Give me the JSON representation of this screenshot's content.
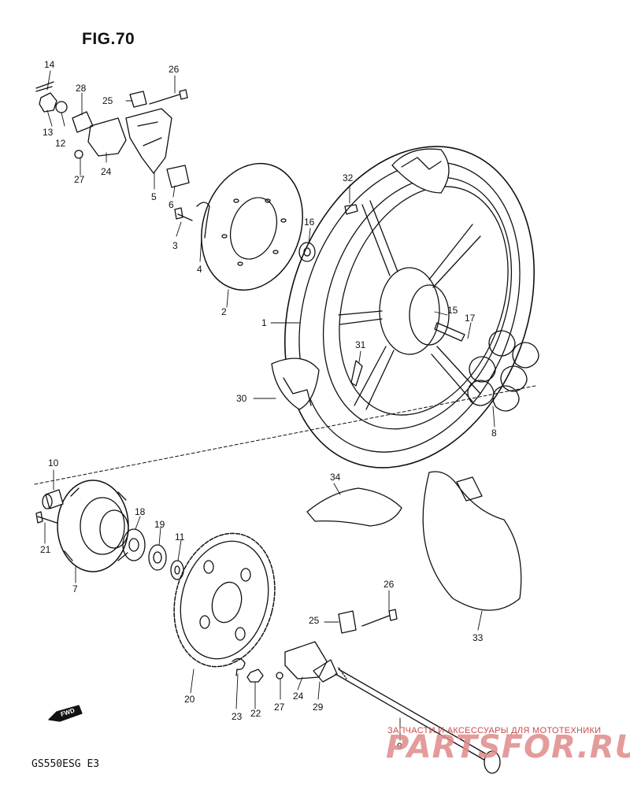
{
  "figure_title": "FIG.70",
  "model_code": "GS550ESG E3",
  "fwd_label": "FWD",
  "watermark": {
    "small": "ЗАПЧАСТИ И АКСЕССУАРЫ ДЛЯ МОТОТЕХНИКИ",
    "big": "PARTSFOR.RU"
  },
  "callouts": {
    "c1": "1",
    "c2": "2",
    "c3": "3",
    "c4": "4",
    "c5": "5",
    "c6": "6",
    "c7": "7",
    "c8": "8",
    "c9": "9",
    "c10": "10",
    "c11": "11",
    "c12": "12",
    "c13": "13",
    "c14": "14",
    "c15": "15",
    "c16": "16",
    "c17": "17",
    "c18": "18",
    "c19": "19",
    "c20": "20",
    "c21": "21",
    "c22": "22",
    "c23": "23",
    "c24a": "24",
    "c24b": "24",
    "c25a": "25",
    "c25b": "25",
    "c26a": "26",
    "c26b": "26",
    "c27a": "27",
    "c27b": "27",
    "c28": "28",
    "c29": "29",
    "c30": "30",
    "c31": "31",
    "c32": "32",
    "c33": "33",
    "c34": "34"
  }
}
